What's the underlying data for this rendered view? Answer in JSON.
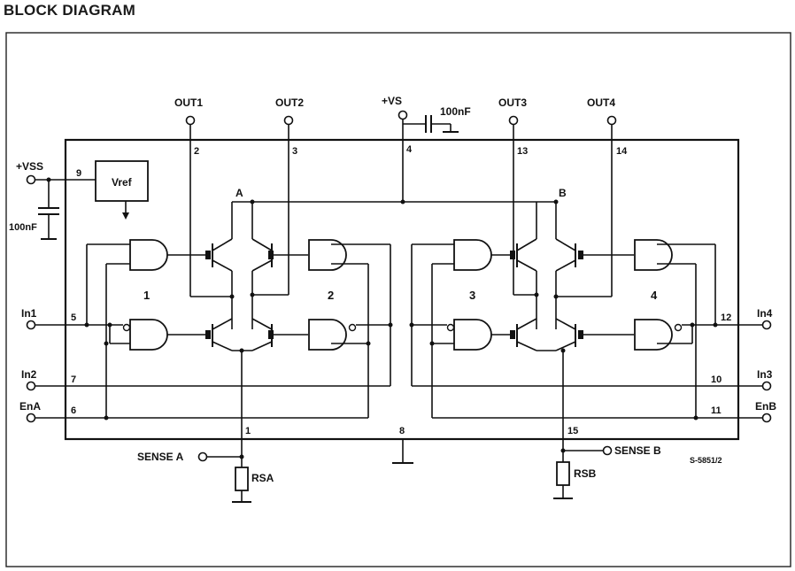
{
  "heading": "BLOCK DIAGRAM",
  "pins": {
    "out1": "OUT1",
    "out2": "OUT2",
    "vs": "+VS",
    "cap_vs": "100nF",
    "out3": "OUT3",
    "out4": "OUT4",
    "vss": "+VSS",
    "cap_vss": "100nF",
    "vref": "Vref",
    "in1": "In1",
    "in2": "In2",
    "ena": "EnA",
    "in3": "In3",
    "in4": "In4",
    "enb": "EnB",
    "sense_a": "SENSE A",
    "sense_b": "SENSE B",
    "rsa": "RSA",
    "rsb": "RSB"
  },
  "pin_numbers": {
    "p2": "2",
    "p3": "3",
    "p4": "4",
    "p13": "13",
    "p14": "14",
    "p9": "9",
    "p5": "5",
    "p7": "7",
    "p6": "6",
    "p12": "12",
    "p10": "10",
    "p11": "11",
    "p1": "1",
    "p8": "8",
    "p15": "15"
  },
  "bridges": {
    "a": "A",
    "b": "B"
  },
  "channels": {
    "c1": "1",
    "c2": "2",
    "c3": "3",
    "c4": "4"
  },
  "drawing_code": "S-5851/2"
}
